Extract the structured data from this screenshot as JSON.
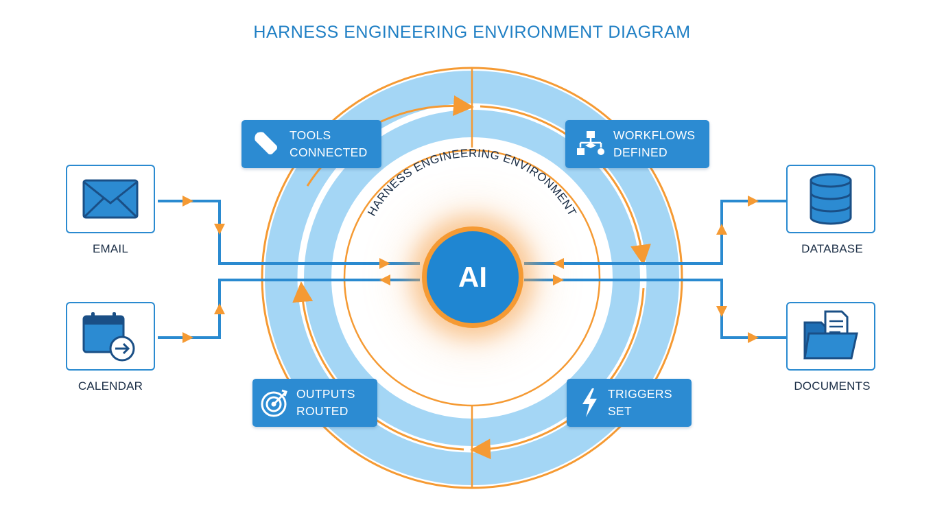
{
  "title": "HARNESS ENGINEERING ENVIRONMENT DIAGRAM",
  "ring_label": "HARNESS ENGINEERING ENVIRONMENT",
  "core_label": "AI",
  "inputs": [
    {
      "label": "EMAIL",
      "icon": "envelope-icon"
    },
    {
      "label": "CALENDAR",
      "icon": "calendar-icon"
    }
  ],
  "outputs": [
    {
      "label": "DATABASE",
      "icon": "database-icon"
    },
    {
      "label": "DOCUMENTS",
      "icon": "folder-document-icon"
    }
  ],
  "stages": {
    "tools": {
      "line1": "TOOLS",
      "line2": "CONNECTED",
      "icon": "wrench-icon"
    },
    "workflows": {
      "line1": "WORKFLOWS",
      "line2": "DEFINED",
      "icon": "workflow-icon"
    },
    "outputs_routed": {
      "line1": "OUTPUTS",
      "line2": "ROUTED",
      "icon": "target-icon"
    },
    "triggers": {
      "line1": "TRIGGERS",
      "line2": "SET",
      "icon": "lightning-icon"
    }
  },
  "colors": {
    "primary_blue": "#2c8bd2",
    "light_blue": "#9dd1f3",
    "accent_orange": "#f59a33",
    "title_blue": "#1f7fc4",
    "text_dark": "#1a2d45"
  }
}
